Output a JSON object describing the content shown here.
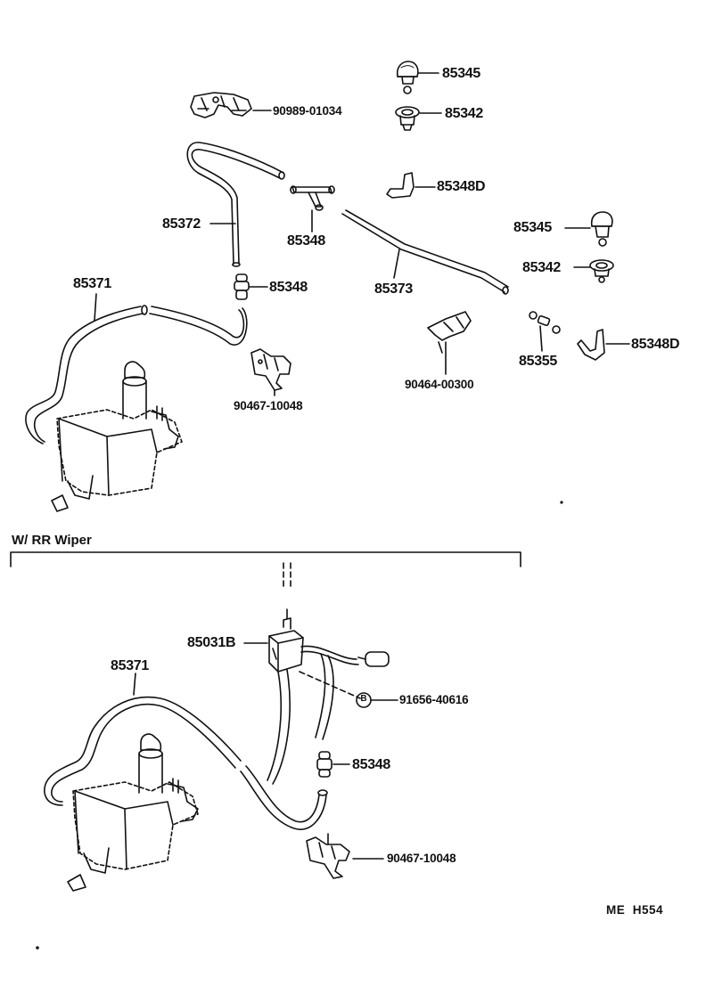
{
  "parts": {
    "p85345_top": "85345",
    "p85342_top": "85342",
    "p90989": "90989-01034",
    "p85348d_top": "85348D",
    "p85372": "85372",
    "p85348_mid": "85348",
    "p85345_right": "85345",
    "p85342_right": "85342",
    "p85371_top": "85371",
    "p85348_upper": "85348",
    "p85373": "85373",
    "p85348d_right": "85348D",
    "p90464": "90464-00300",
    "p85355": "85355",
    "p90467_top": "90467-10048",
    "p85031b": "85031B",
    "p85371_bottom": "85371",
    "p91656": "91656-40616",
    "p85348_lower": "85348",
    "p90467_bottom": "90467-10048"
  },
  "section": {
    "label": "W/ RR Wiper"
  },
  "footer": {
    "code": "ME  H554"
  },
  "callout": {
    "bolt_symbol": "B"
  }
}
